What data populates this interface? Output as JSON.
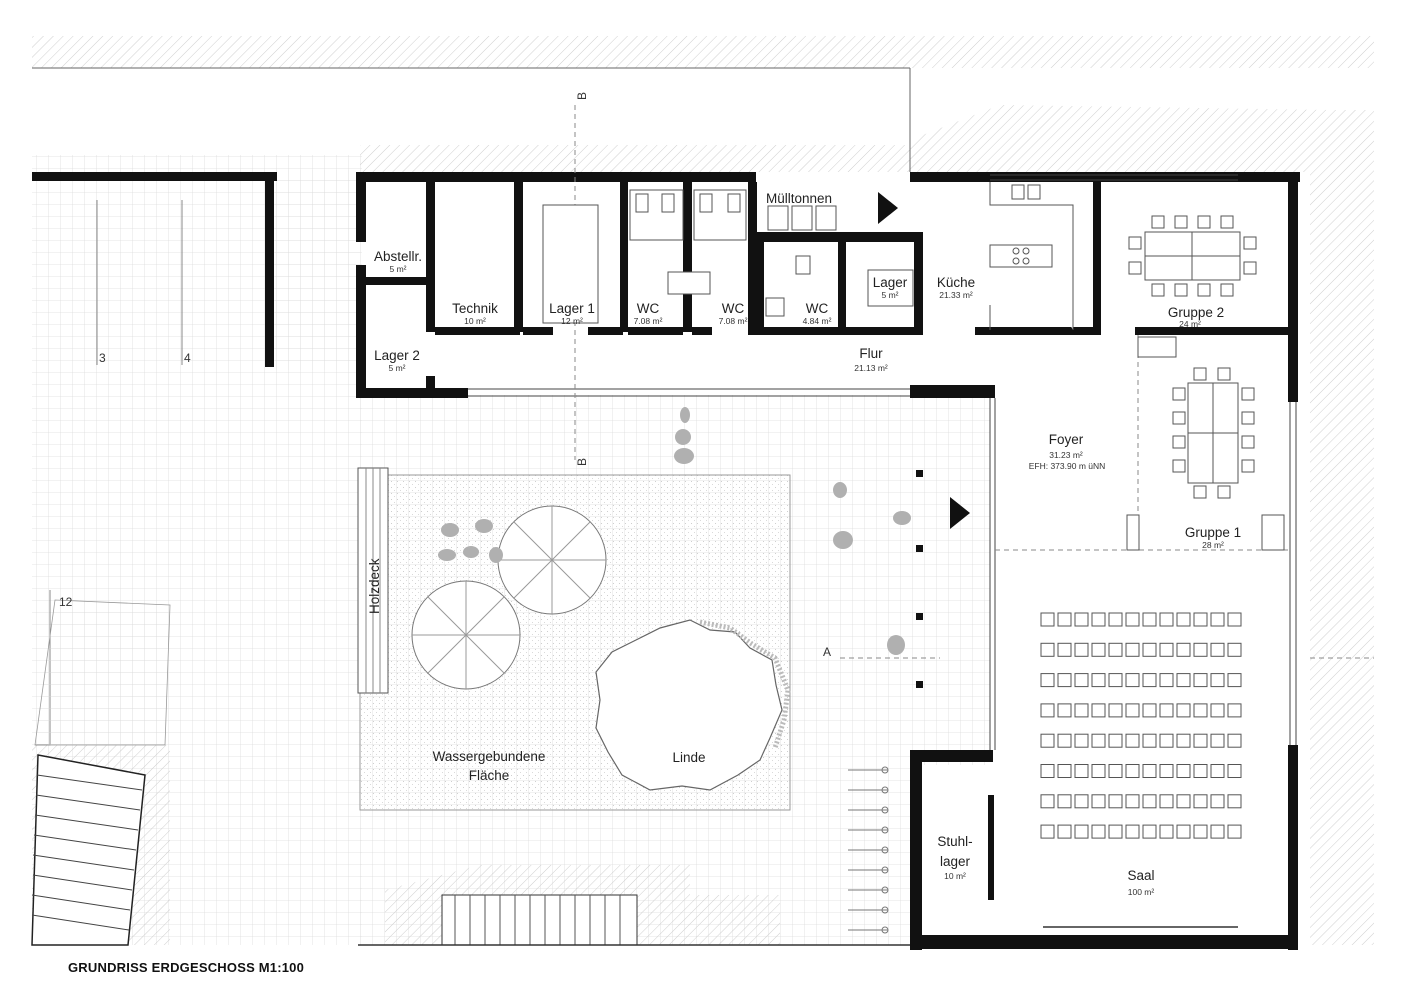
{
  "title": "GRUNDRISS ERDGESCHOSS M1:100",
  "section_marks": {
    "b_top": "B",
    "b_bottom": "B",
    "a": "A"
  },
  "parking_numbers": [
    "3",
    "4",
    "12"
  ],
  "rooms": {
    "abstell": {
      "name": "Abstellr.",
      "area": "5 m²"
    },
    "lager2": {
      "name": "Lager 2",
      "area": "5 m²"
    },
    "technik": {
      "name": "Technik",
      "area": "10 m²"
    },
    "lager1": {
      "name": "Lager 1",
      "area": "12 m²"
    },
    "wc1": {
      "name": "WC",
      "area": "7.08 m²"
    },
    "wc2": {
      "name": "WC",
      "area": "7.08 m²"
    },
    "wc3": {
      "name": "WC",
      "area": "4.84 m²"
    },
    "lager": {
      "name": "Lager",
      "area": "5 m²"
    },
    "kueche": {
      "name": "Küche",
      "area": "21.33 m²"
    },
    "gruppe2": {
      "name": "Gruppe 2",
      "area": "24 m²"
    },
    "flur": {
      "name": "Flur",
      "area": "21.13 m²"
    },
    "foyer": {
      "name": "Foyer",
      "area": "31.23 m²",
      "efh": "EFH: 373.90 m üNN"
    },
    "gruppe1": {
      "name": "Gruppe 1",
      "area": "28 m²"
    },
    "stuhllager": {
      "name_line1": "Stuhl-",
      "name_line2": "lager",
      "area": "10 m²"
    },
    "saal": {
      "name": "Saal",
      "area": "100 m²"
    }
  },
  "outdoor": {
    "muelltonnen": "Mülltonnen",
    "holzdeck": "Holzdeck",
    "wasser_line1": "Wassergebundene",
    "wasser_line2": "Fläche",
    "linde": "Linde"
  }
}
